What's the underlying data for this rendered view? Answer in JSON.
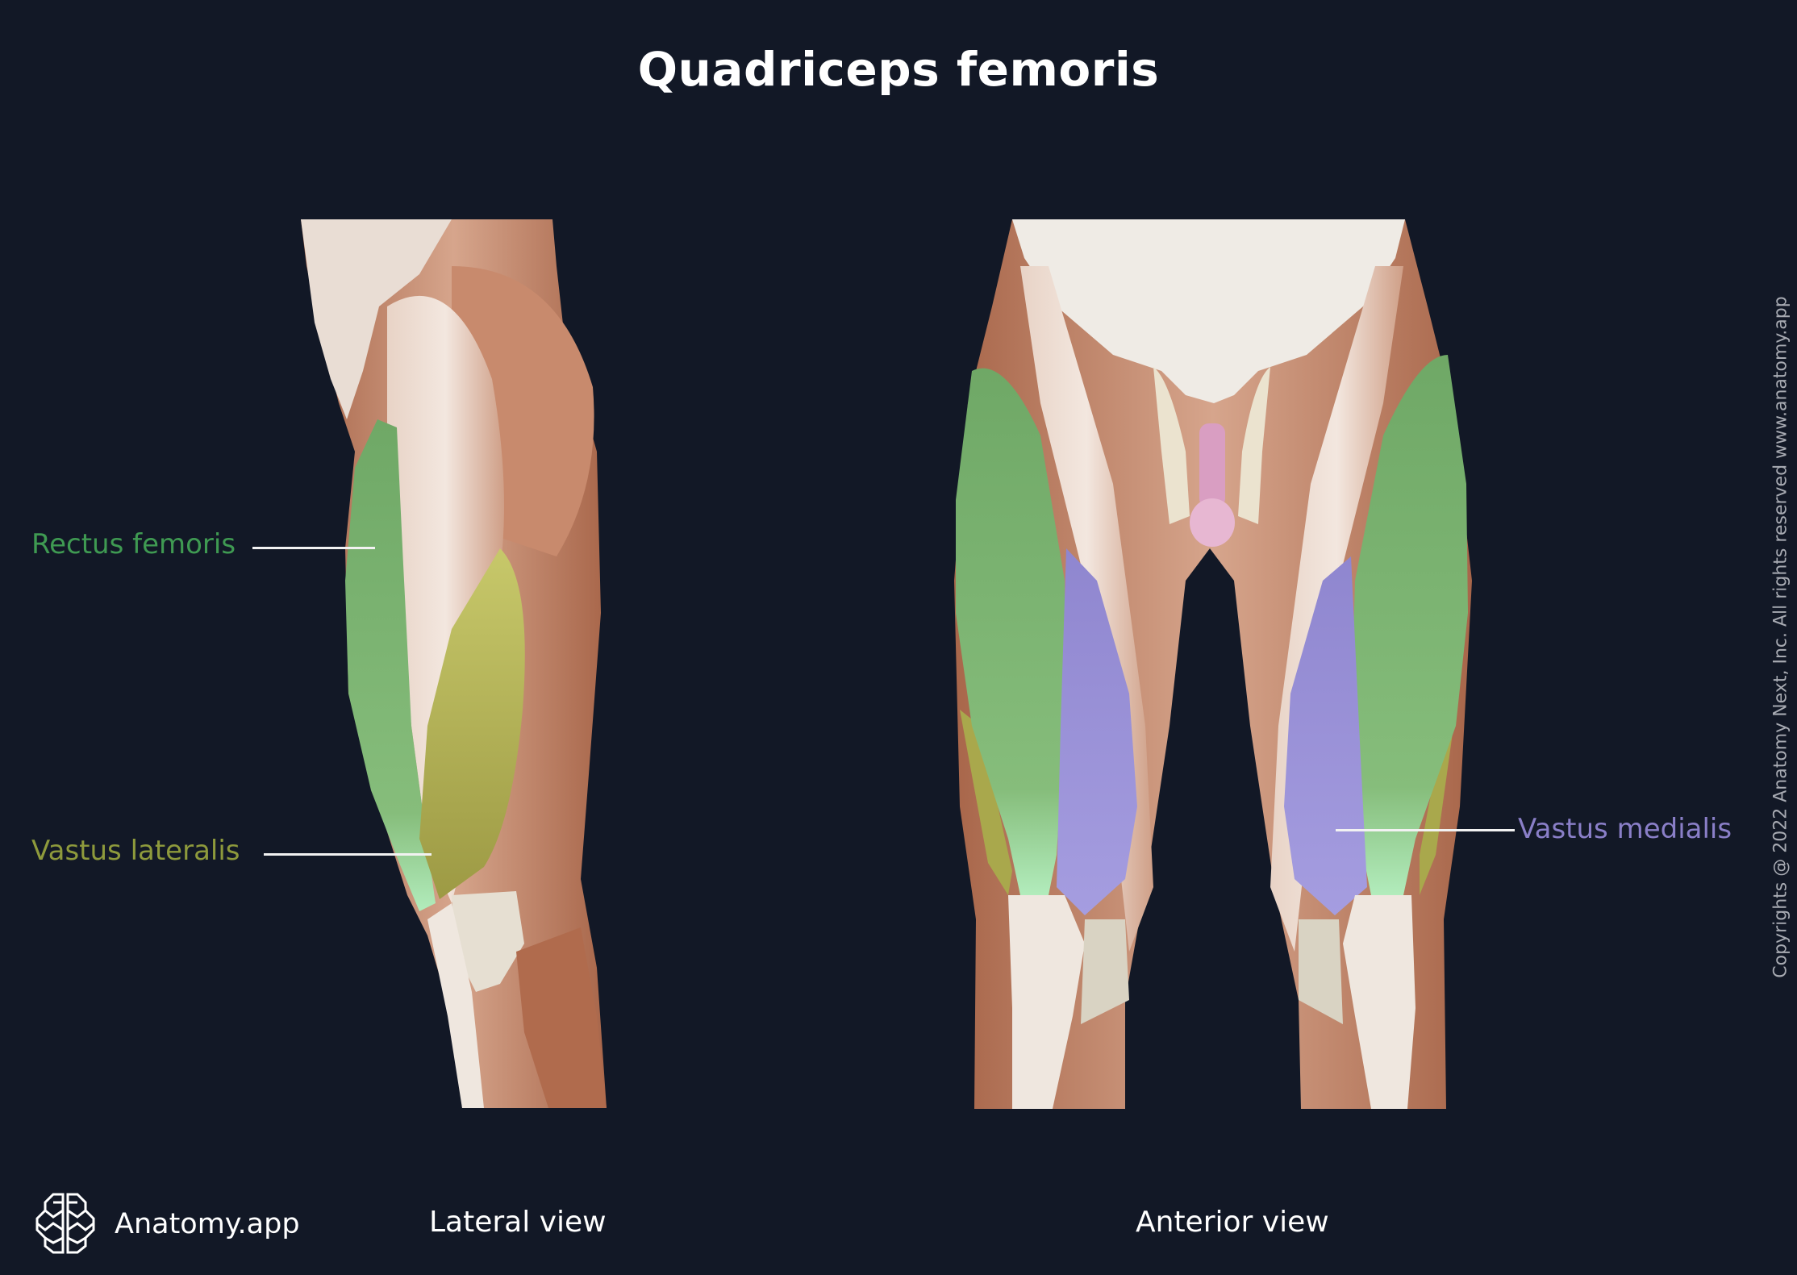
{
  "title": "Quadriceps femoris",
  "views": {
    "lateral": {
      "caption": "Lateral view"
    },
    "anterior": {
      "caption": "Anterior view"
    }
  },
  "labels": {
    "rectus_femoris": {
      "text": "Rectus femoris",
      "color": "#3f9a52"
    },
    "vastus_lateralis": {
      "text": "Vastus lateralis",
      "color": "#8e9a3c"
    },
    "vastus_medialis": {
      "text": "Vastus medialis",
      "color": "#8a7fc8"
    }
  },
  "colors": {
    "background": "#121826",
    "muscle": "#b97e64",
    "muscle_light": "#e2c2b0",
    "tendon": "#ece4dc",
    "bone": "#d9d3c3",
    "rectus_femoris": "#76ad6c",
    "rectus_femoris_tendon": "#a9e3b2",
    "vastus_lateralis": "#a9a84c",
    "vastus_medialis": "#9c93d6",
    "genital": "#d99ec2"
  },
  "brand": {
    "logo_icon": "brain-icon",
    "name": "Anatomy.app"
  },
  "copyright": "Copyrights @ 2022 Anatomy Next, Inc. All rights reserved www.anatomy.app"
}
